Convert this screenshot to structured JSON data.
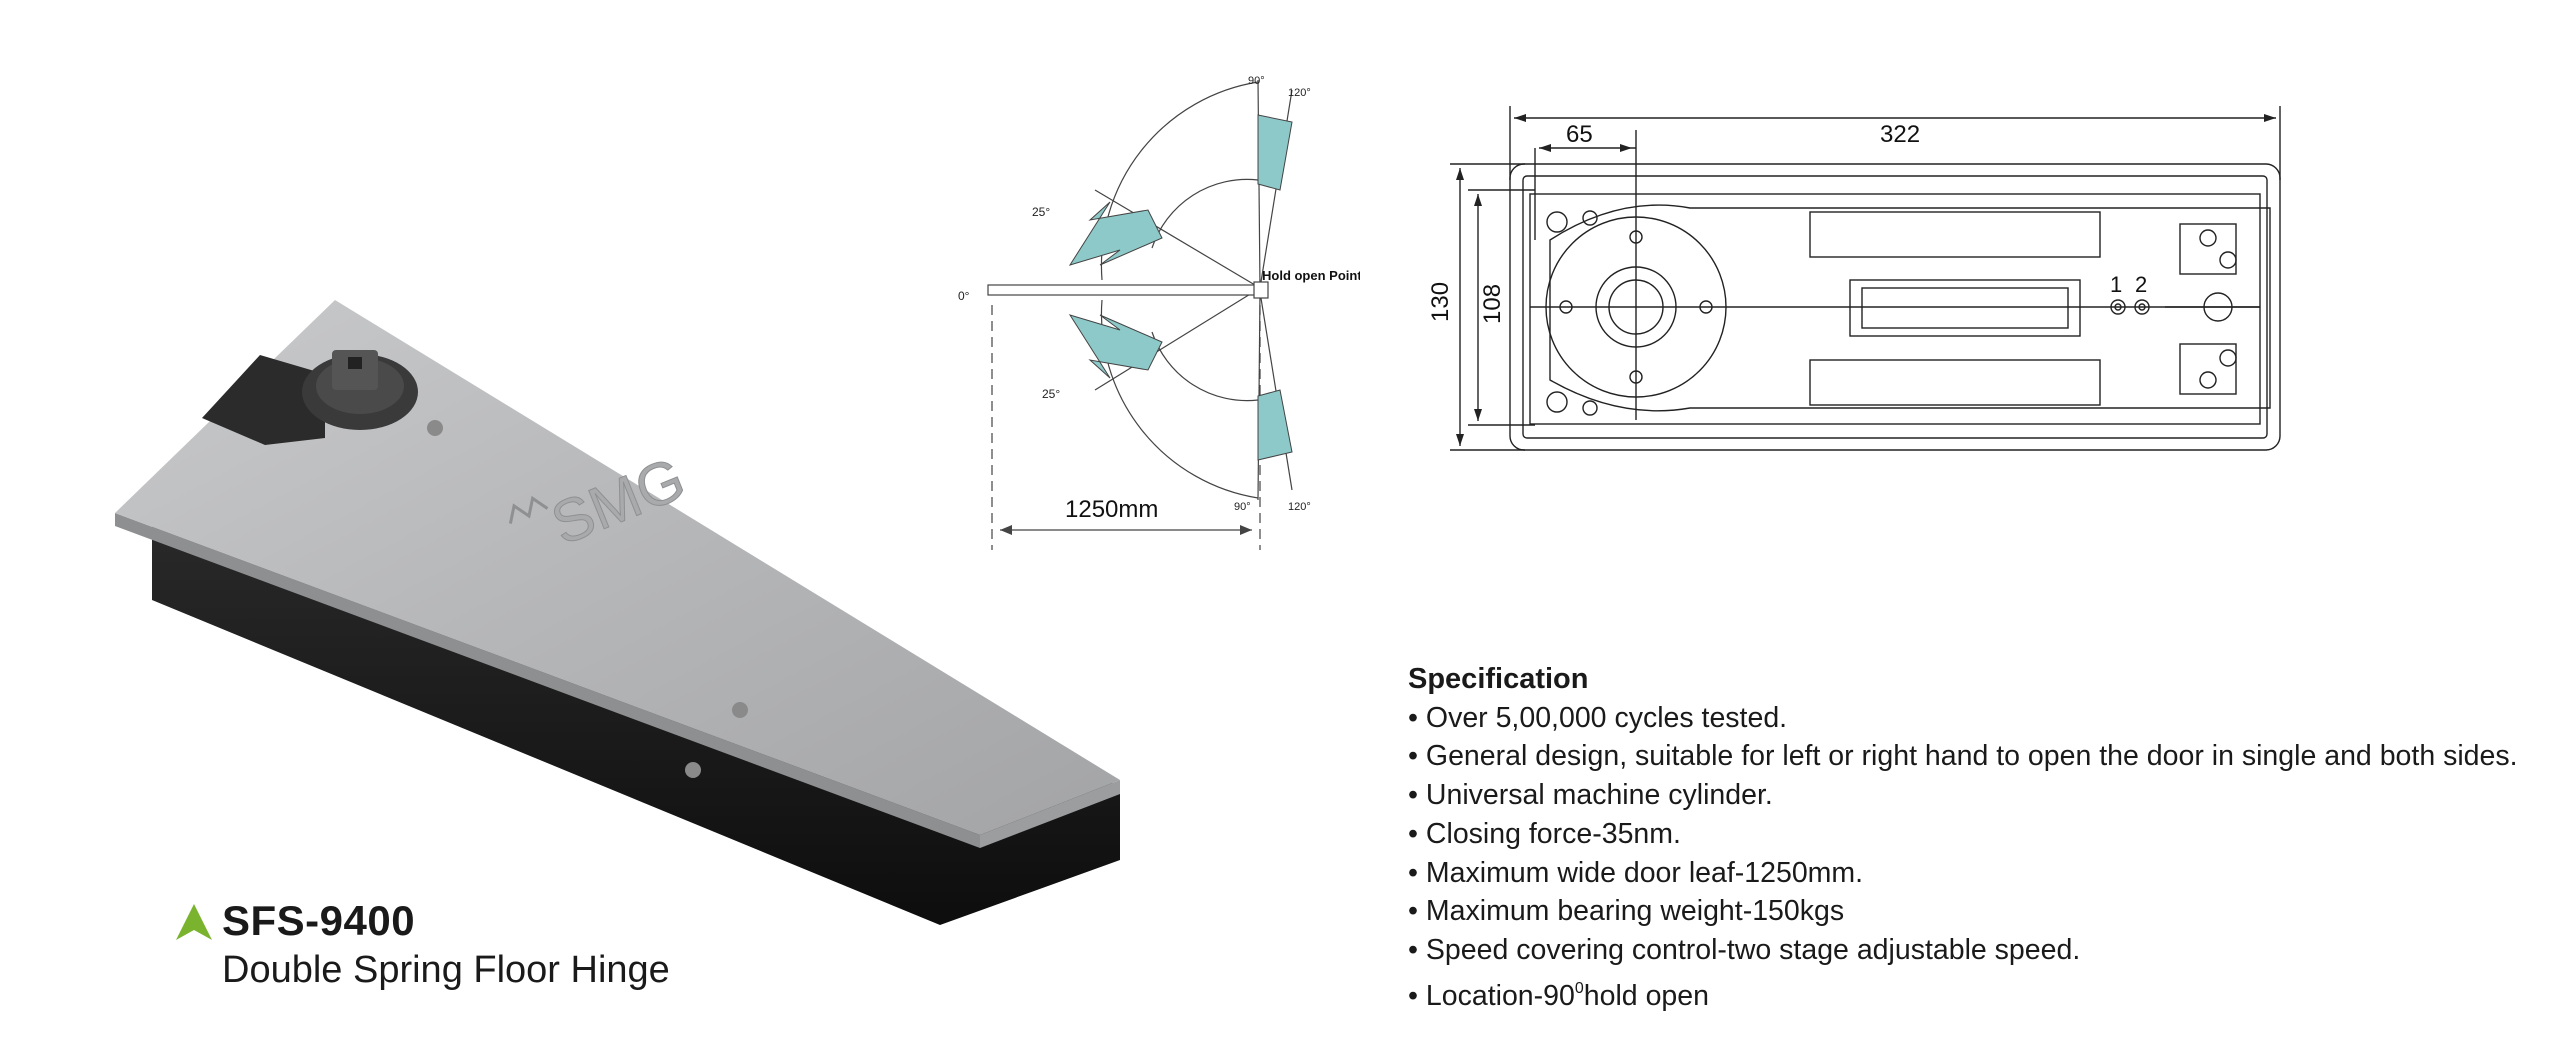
{
  "product": {
    "model_code": "SFS-9400",
    "name": "Double Spring Floor Hinge",
    "logo_text": "SMG",
    "accent_color": "#7ab32e"
  },
  "swing_diagram": {
    "angles": {
      "a90_top": "90°",
      "a120_top": "120°",
      "a25_top": "25°",
      "a0": "0°",
      "a25_bottom": "25°",
      "a90_bottom": "90°",
      "a120_bottom": "120°"
    },
    "hold_open_label": "Hold open Points",
    "door_width_label": "1250mm",
    "arrow_color": "#8ec9c9"
  },
  "dimension_drawing": {
    "overall_length": "322",
    "pivot_offset": "65",
    "overall_width": "130",
    "inner_width": "108",
    "speed_valve_1": "1",
    "speed_valve_2": "2"
  },
  "specification": {
    "heading": "Specification",
    "items": [
      "Over 5,00,000 cycles tested.",
      "General design, suitable for left or right hand to open the door in single and both sides.",
      "Universal machine cylinder.",
      "Closing force-35nm.",
      "Maximum wide door leaf-1250mm.",
      "Maximum bearing weight-150kgs",
      "Speed covering control-two stage adjustable speed."
    ],
    "last_item": {
      "prefix": "Location-90",
      "superscript": "0",
      "suffix": "hold open"
    }
  }
}
